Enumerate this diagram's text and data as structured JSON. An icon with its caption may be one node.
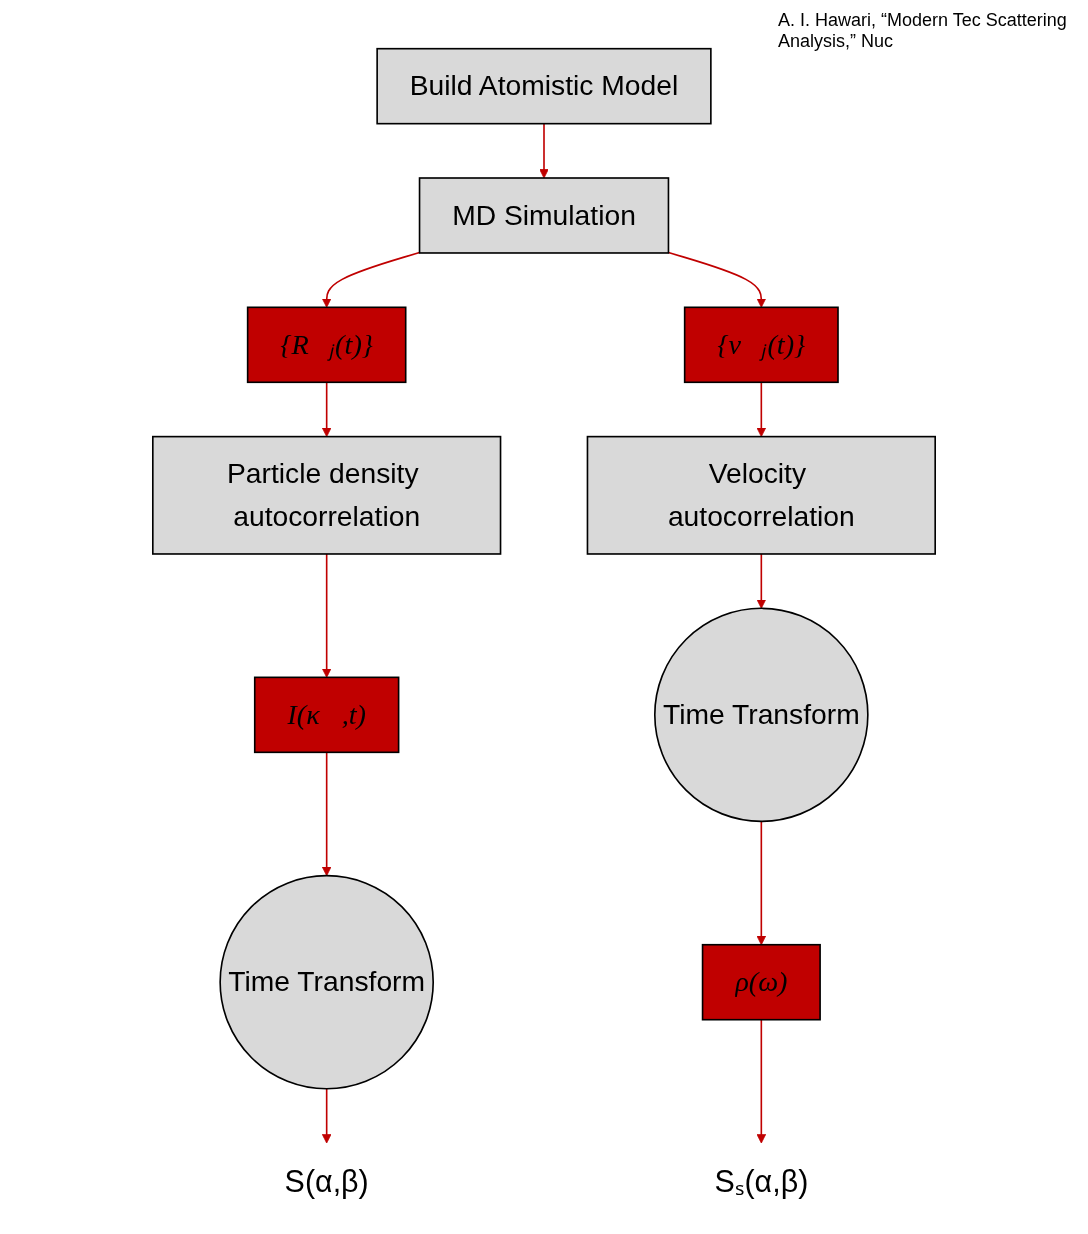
{
  "diagram": {
    "nodes": [
      {
        "text": [
          "Build Atomistic Model"
        ]
      },
      {
        "text": [
          "MD Simulation"
        ]
      },
      {
        "text": [
          "{R⃗ⱼ(t)}"
        ]
      },
      {
        "text": [
          "{v⃗ⱼ(t)}"
        ]
      },
      {
        "text": [
          "Particle density autocorrelation"
        ]
      },
      {
        "text": [
          "Velocity autocorrelation"
        ]
      },
      {
        "text": [
          "I(κ⃗,t)"
        ]
      },
      {
        "text": [
          "Time Transform"
        ]
      },
      {
        "text": [
          "Time Transform"
        ]
      },
      {
        "text": [
          "ρ(ω)"
        ]
      },
      {
        "text": [
          "S(α,β)"
        ]
      },
      {
        "text": [
          "Sₛ(α,β)"
        ]
      }
    ],
    "edges": [
      {
        "from": 0,
        "to": 1,
        "arrow": "to"
      },
      {
        "from": 1,
        "to": 2,
        "arrow": "to"
      },
      {
        "from": 1,
        "to": 3,
        "arrow": "to"
      },
      {
        "from": 2,
        "to": 4,
        "arrow": "to"
      },
      {
        "from": 3,
        "to": 5,
        "arrow": "to"
      },
      {
        "from": 4,
        "to": 6,
        "arrow": "to"
      },
      {
        "from": 5,
        "to": 8,
        "arrow": "to"
      },
      {
        "from": 6,
        "to": 7,
        "arrow": "to"
      },
      {
        "from": 8,
        "to": 9,
        "arrow": "to"
      },
      {
        "from": 7,
        "to": 10,
        "arrow": "to"
      },
      {
        "from": 9,
        "to": 11,
        "arrow": "to"
      }
    ],
    "labels": [
      "A. I. Hawari, “Modern Tec Scattering Analysis,” Nuc"
    ]
  }
}
